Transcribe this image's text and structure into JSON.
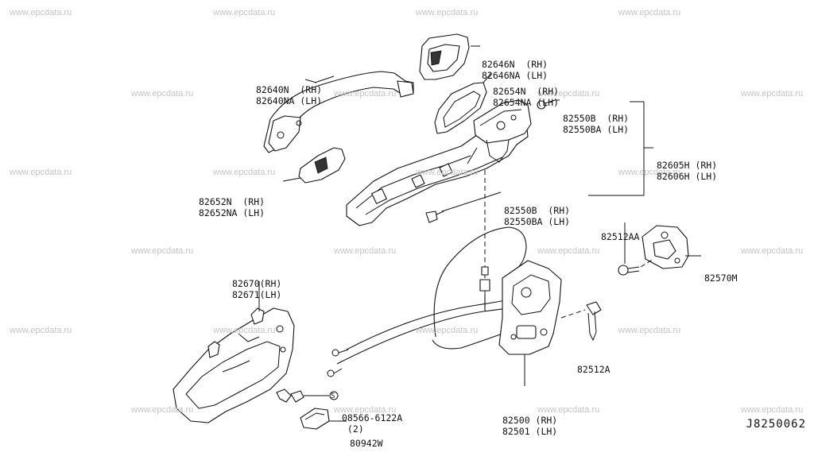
{
  "watermark": "www.epcdata.ru",
  "reference_code": "J8250062",
  "callouts": [
    {
      "id": "outside-handle-escutcheon",
      "lines": [
        "82646N  (RH)",
        "82646NA (LH)"
      ]
    },
    {
      "id": "outside-handle",
      "lines": [
        "82640N  (RH)",
        "82640NA (LH)"
      ]
    },
    {
      "id": "handle-gasket-front",
      "lines": [
        "82654N  (RH)",
        "82654NA (LH)"
      ]
    },
    {
      "id": "handle-bracket-screw-upper",
      "lines": [
        "82550B  (RH)",
        "82550BA (LH)"
      ]
    },
    {
      "id": "handle-bracket-assembly",
      "lines": [
        "82605H (RH)",
        "82606H (LH)"
      ]
    },
    {
      "id": "handle-gasket-rear",
      "lines": [
        "82652N  (RH)",
        "82652NA (LH)"
      ]
    },
    {
      "id": "handle-bracket-screw-lower",
      "lines": [
        "82550B  (RH)",
        "82550BA (LH)"
      ]
    },
    {
      "id": "striker-screw",
      "lines": [
        "82512AA"
      ]
    },
    {
      "id": "striker",
      "lines": [
        "82570M"
      ]
    },
    {
      "id": "inside-handle",
      "lines": [
        "82670(RH)",
        "82671(LH)"
      ]
    },
    {
      "id": "lock-screw",
      "lines": [
        "82512A"
      ]
    },
    {
      "id": "inside-handle-screw",
      "lines": [
        "08566-6122A",
        " (2)"
      ]
    },
    {
      "id": "door-lock-actuator",
      "lines": [
        "82500 (RH)",
        "82501 (LH)"
      ]
    },
    {
      "id": "clip",
      "lines": [
        "80942W"
      ]
    }
  ]
}
